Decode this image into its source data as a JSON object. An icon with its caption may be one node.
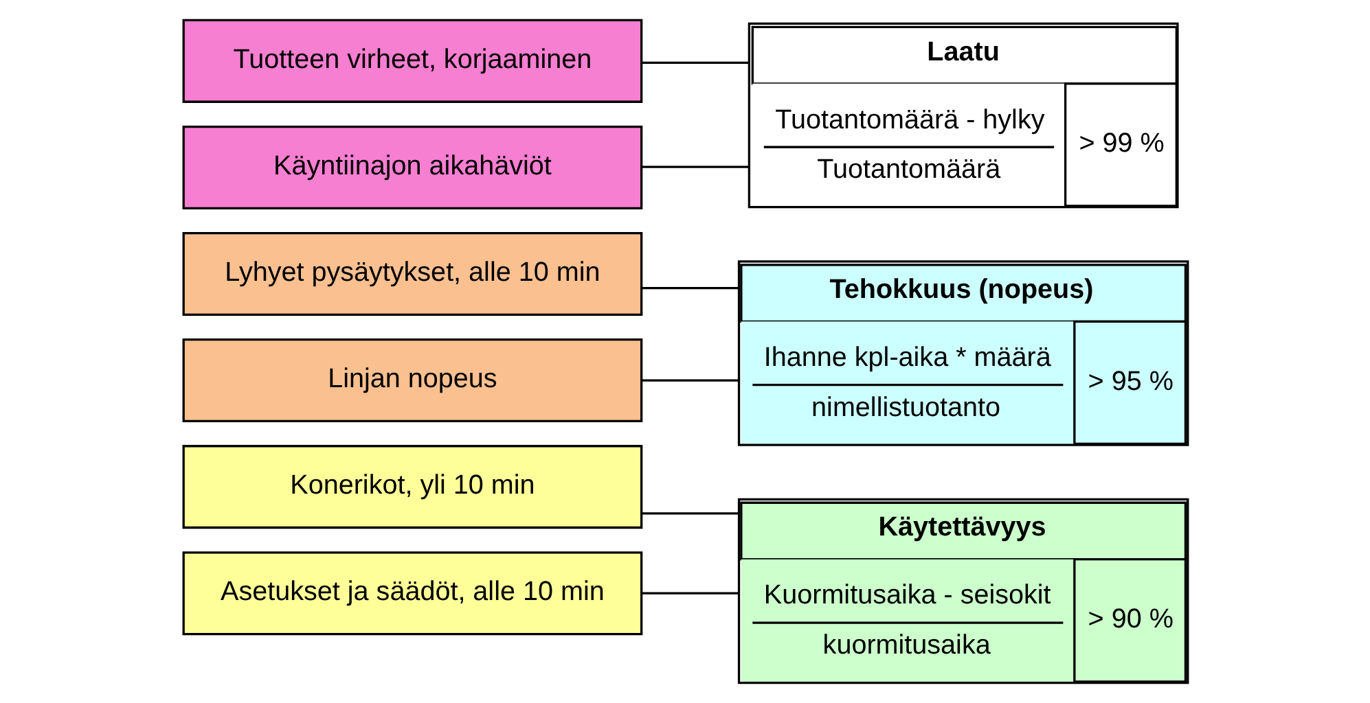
{
  "diagram": {
    "nodes": [
      {
        "text": [
          "Konerikot, yli 10 min"
        ]
      },
      {
        "text": [
          "Asetukset ja säädöt, alle 10 min"
        ]
      },
      {
        "text": [
          "Käytettävyys",
          "Kuormitusaika - seisokit",
          "kuormitusaika",
          "> 90 %"
        ]
      },
      {
        "text": [
          "Lyhyet pysäytykset, alle 10 min"
        ]
      },
      {
        "text": [
          "Linjan nopeus"
        ]
      },
      {
        "text": [
          "Tehokkuus (nopeus)",
          "Ihanne kpl-aika * määrä",
          "nimellistuotanto",
          "> 95 %"
        ]
      },
      {
        "text": [
          "Tuotteen virheet, korjaaminen"
        ]
      },
      {
        "text": [
          "Käyntiinajon aikahäviöt"
        ]
      },
      {
        "text": [
          "Laatu",
          "Tuotantomäärä - hylky",
          "Tuotantomäärä",
          "> 99 %"
        ]
      }
    ],
    "edges": [
      {
        "from": 0,
        "to": 2,
        "arrow": "none"
      },
      {
        "from": 1,
        "to": 2,
        "arrow": "none"
      },
      {
        "from": 3,
        "to": 5,
        "arrow": "none"
      },
      {
        "from": 4,
        "to": 5,
        "arrow": "none"
      },
      {
        "from": 6,
        "to": 8,
        "arrow": "none"
      },
      {
        "from": 7,
        "to": 8,
        "arrow": "none"
      }
    ]
  }
}
